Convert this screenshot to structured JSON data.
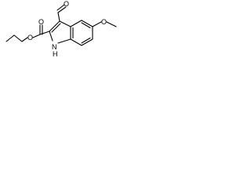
{
  "molecule": {
    "atoms": {
      "aldehyde_oxygen": "O",
      "ester_carbonyl_oxygen": "O",
      "ester_ether_oxygen": "O",
      "methoxy_oxygen": "O",
      "indole_nh": "N",
      "indole_nh_hydrogen": "H"
    }
  }
}
